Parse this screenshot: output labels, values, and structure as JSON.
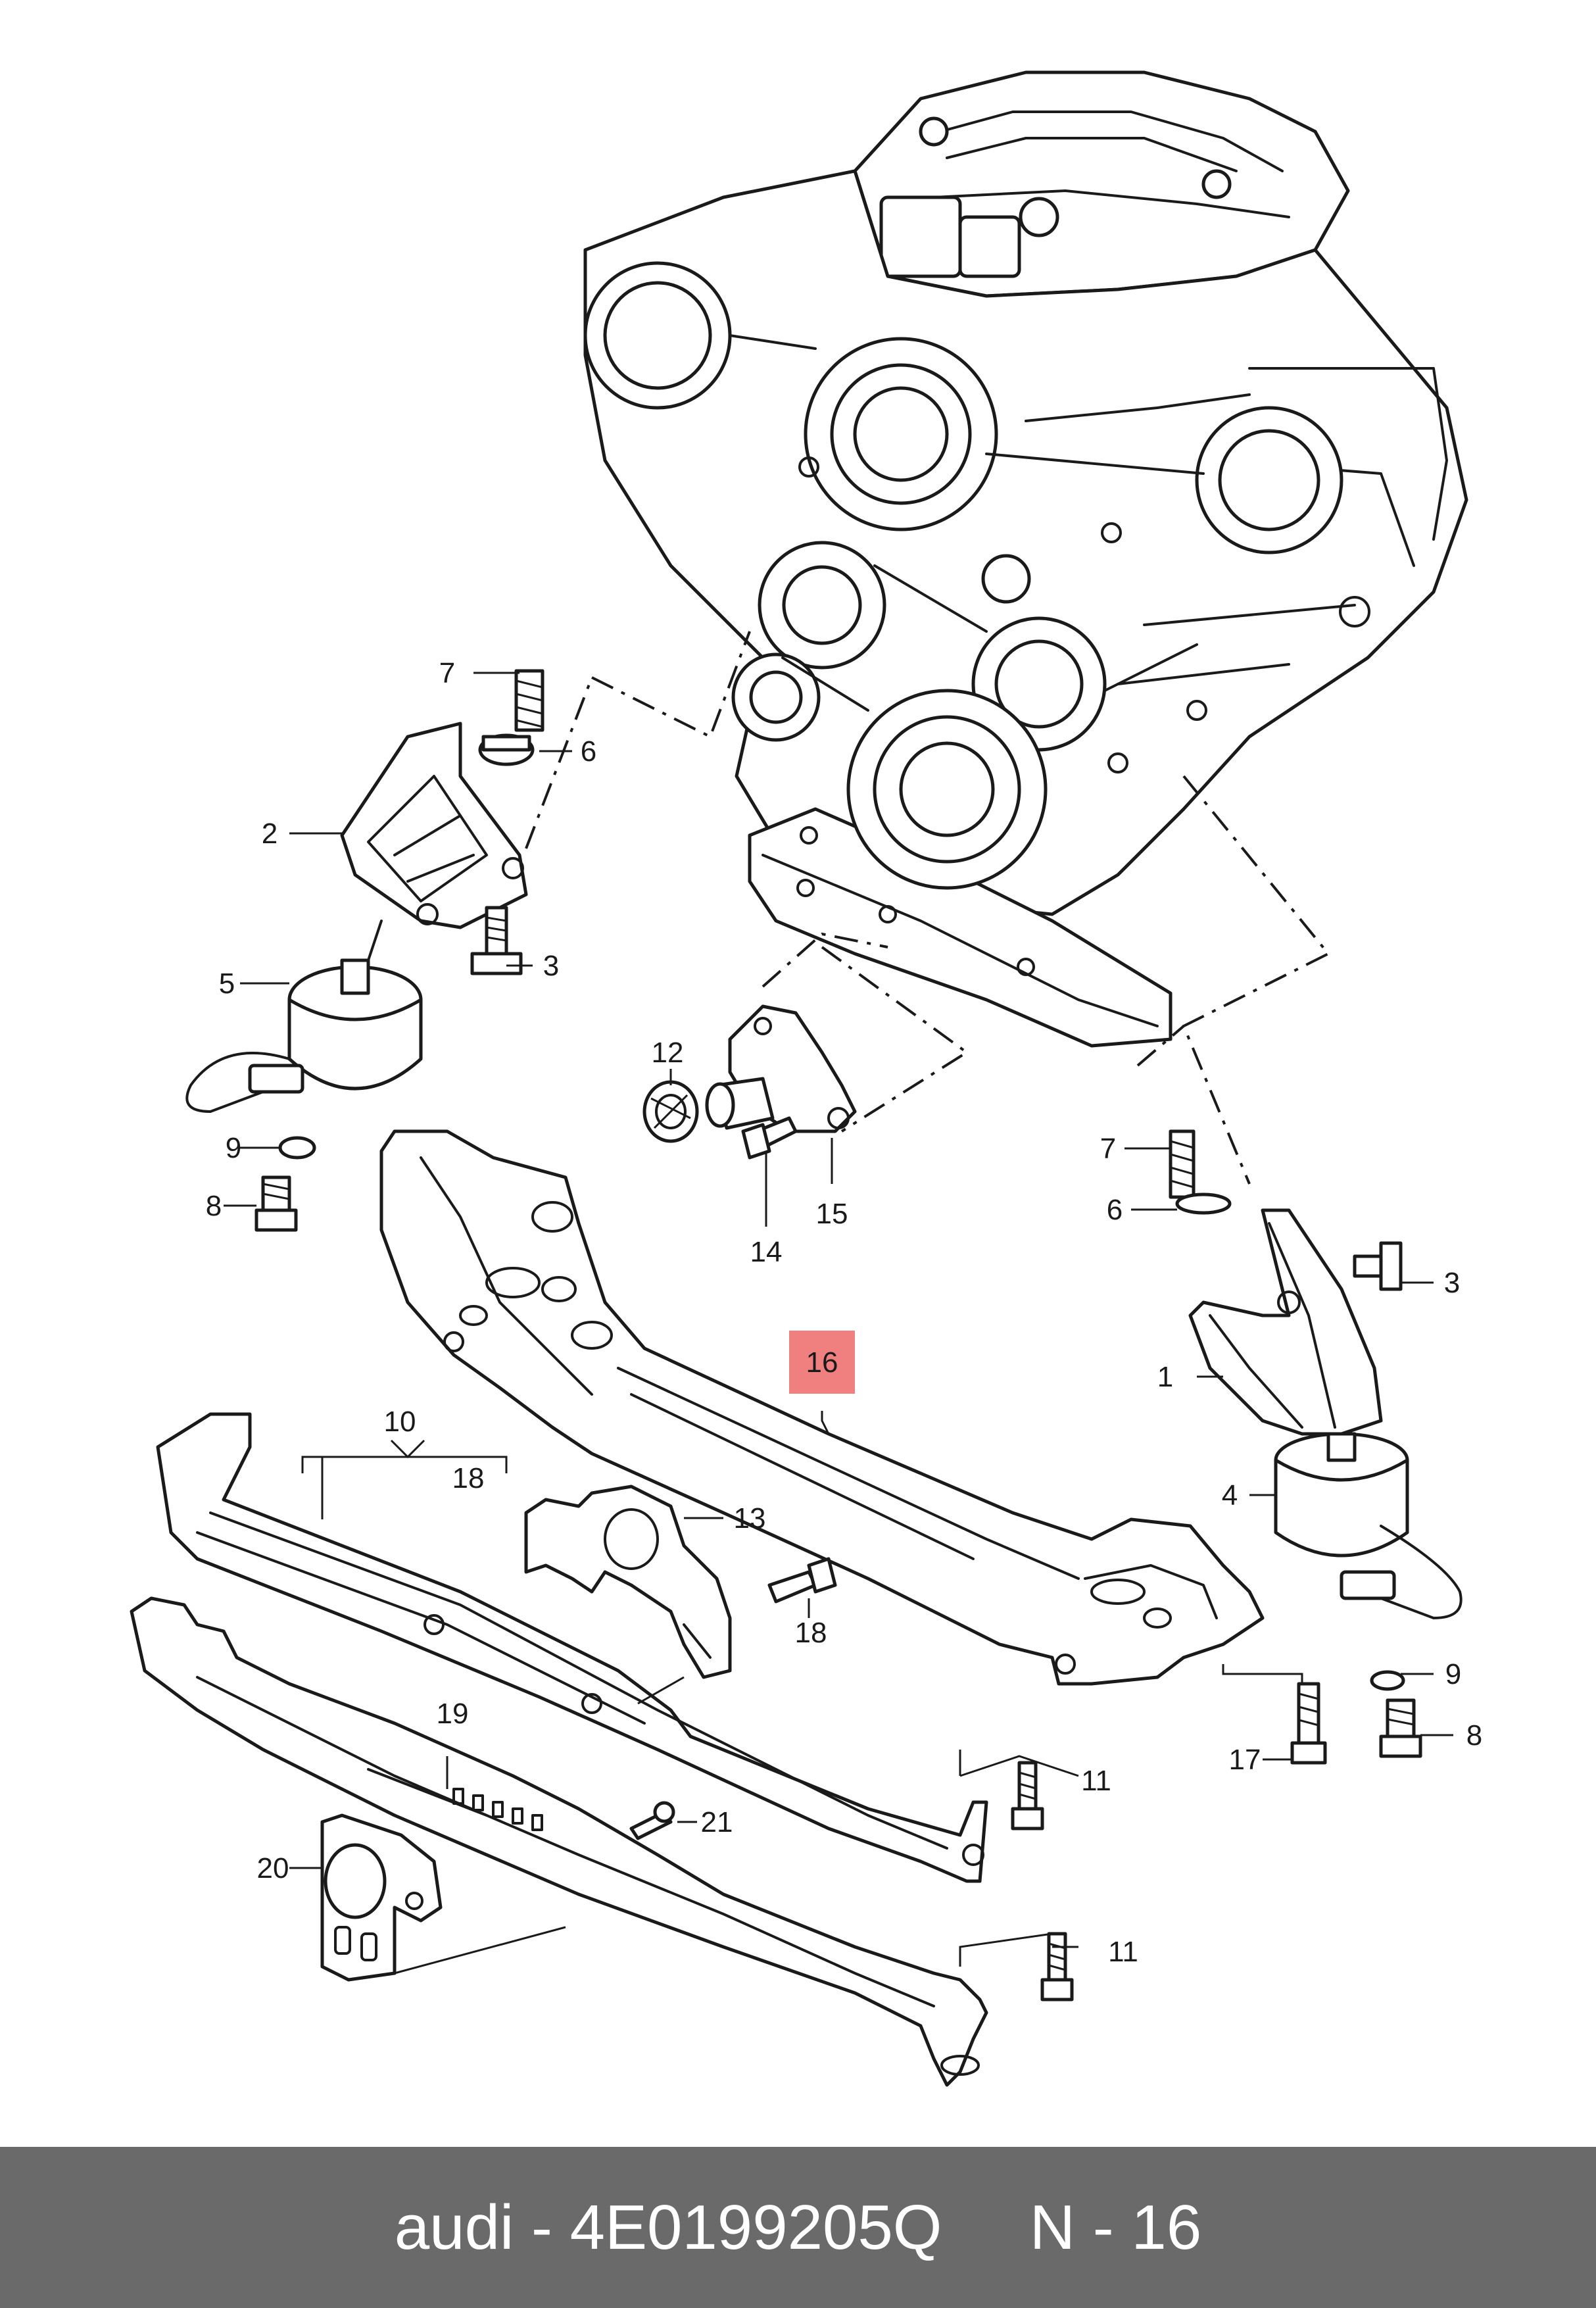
{
  "callouts": {
    "c1": "1",
    "c2": "2",
    "c3a": "3",
    "c3b": "3",
    "c4": "4",
    "c5": "5",
    "c6a": "6",
    "c6b": "6",
    "c7a": "7",
    "c7b": "7",
    "c8a": "8",
    "c8b": "8",
    "c9a": "9",
    "c9b": "9",
    "c10": "10",
    "c11a": "11",
    "c11b": "11",
    "c12": "12",
    "c13": "13",
    "c14": "14",
    "c15": "15",
    "c16": "16",
    "c17": "17",
    "c18a": "18",
    "c18b": "18",
    "c19": "19",
    "c20": "20",
    "c21": "21"
  },
  "highlight_color": "#f08080",
  "footer": {
    "brand": "audi",
    "part_number": "4E0199205Q",
    "section": "N - 16",
    "text": "audi - 4E0199205Q     N - 16"
  }
}
